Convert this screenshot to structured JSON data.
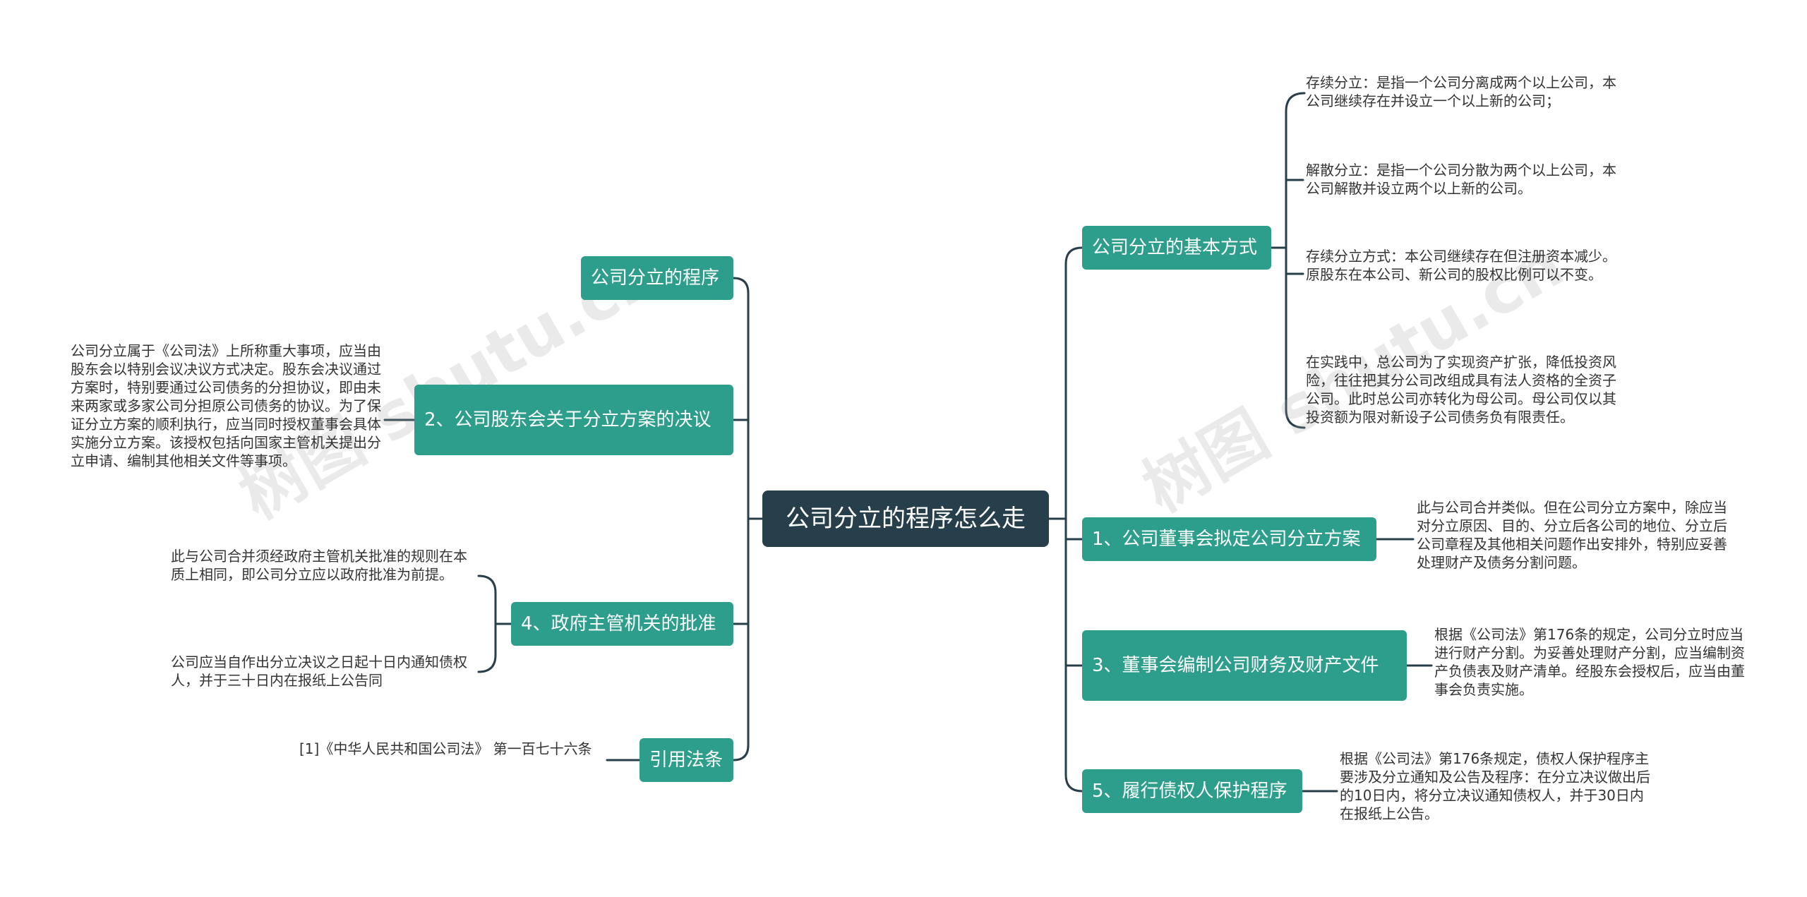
{
  "root": {
    "label": "公司分立的程序怎么走"
  },
  "left_branches": [
    {
      "label": "公司分立的程序",
      "notes": []
    },
    {
      "label": "2、公司股东会关于分立方案的决议",
      "notes": [
        "公司分立属于《公司法》上所称重大事项，应当由股东会以特别会议决议方式决定。股东会决议通过方案时，特别要通过公司债务的分担协议，即由未来两家或多家公司分担原公司债务的协议。为了保证分立方案的顺利执行，应当同时授权董事会具体实施分立方案。该授权包括向国家主管机关提出分立申请、编制其他相关文件等事项。"
      ]
    },
    {
      "label": "4、政府主管机关的批准",
      "notes": [
        "此与公司合并须经政府主管机关批准的规则在本质上相同，即公司分立应以政府批准为前提。",
        "公司应当自作出分立决议之日起十日内通知债权人，并于三十日内在报纸上公告同"
      ]
    },
    {
      "label": "引用法条",
      "notes": [
        "[1]《中华人民共和国公司法》 第一百七十六条"
      ]
    }
  ],
  "right_branches": [
    {
      "label": "公司分立的基本方式",
      "notes": [
        "存续分立：是指一个公司分离成两个以上公司，本公司继续存在并设立一个以上新的公司；",
        "解散分立：是指一个公司分散为两个以上公司，本公司解散并设立两个以上新的公司。",
        "存续分立方式：本公司继续存在但注册资本减少。原股东在本公司、新公司的股权比例可以不变。",
        "在实践中，总公司为了实现资产扩张，降低投资风险，往往把其分公司改组成具有法人资格的全资子公司。此时总公司亦转化为母公司。母公司仅以其投资额为限对新设子公司债务负有限责任。"
      ]
    },
    {
      "label": "1、公司董事会拟定公司分立方案",
      "notes": [
        "此与公司合并类似。但在公司分立方案中，除应当对分立原因、目的、分立后各公司的地位、分立后公司章程及其他相关问题作出安排外，特别应妥善处理财产及债务分割问题。"
      ]
    },
    {
      "label": "3、董事会编制公司财务及财产文件",
      "notes": [
        "根据《公司法》第176条的规定，公司分立时应当进行财产分割。为妥善处理财产分割，应当编制资产负债表及财产清单。经股东会授权后，应当由董事会负责实施。"
      ]
    },
    {
      "label": "5、履行债权人保护程序",
      "notes": [
        "根据《公司法》第176条规定，债权人保护程序主要涉及分立通知及公告及程序：在分立决议做出后的10日内，将分立决议通知债权人，并于30日内在报纸上公告。"
      ]
    }
  ],
  "watermarks": [
    "树图 shutu.cn",
    "树图 shutu.cn"
  ],
  "colors": {
    "root": "#263f4a",
    "branch": "#2e9e8c",
    "line": "#263f4a",
    "text": "#333333"
  }
}
